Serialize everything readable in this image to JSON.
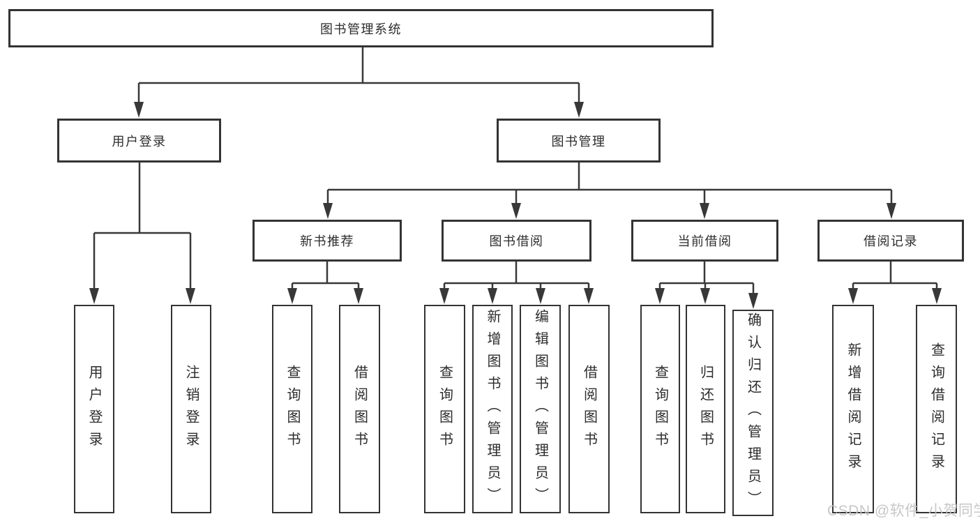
{
  "diagram_title": "图书管理系统",
  "nodes": {
    "root": "图书管理系统",
    "level2": {
      "user_login": "用户登录",
      "book_mgmt": "图书管理"
    },
    "level3": {
      "new_book_rec": "新书推荐",
      "book_borrow": "图书借阅",
      "current_borrow": "当前借阅",
      "borrow_record": "借阅记录"
    },
    "leaves": {
      "user_login_1": "用户登录",
      "user_login_2": "注销登录",
      "new_book_1": "查询图书",
      "new_book_2": "借阅图书",
      "borrow_1": "查询图书",
      "borrow_2": "新增图书（管理员）",
      "borrow_3": "编辑图书（管理员）",
      "borrow_4": "借阅图书",
      "current_1": "查询图书",
      "current_2": "归还图书",
      "current_3": "确认归还（管理员）",
      "record_1": "新增借阅记录",
      "record_2": "查询借阅记录"
    }
  },
  "watermark": "CSDN @软件_小贺同学",
  "colors": {
    "background": "#ffffff",
    "line": "#383838",
    "box_border": "#333333",
    "text": "#2d2d2d",
    "watermark": "#c3c3c3"
  }
}
